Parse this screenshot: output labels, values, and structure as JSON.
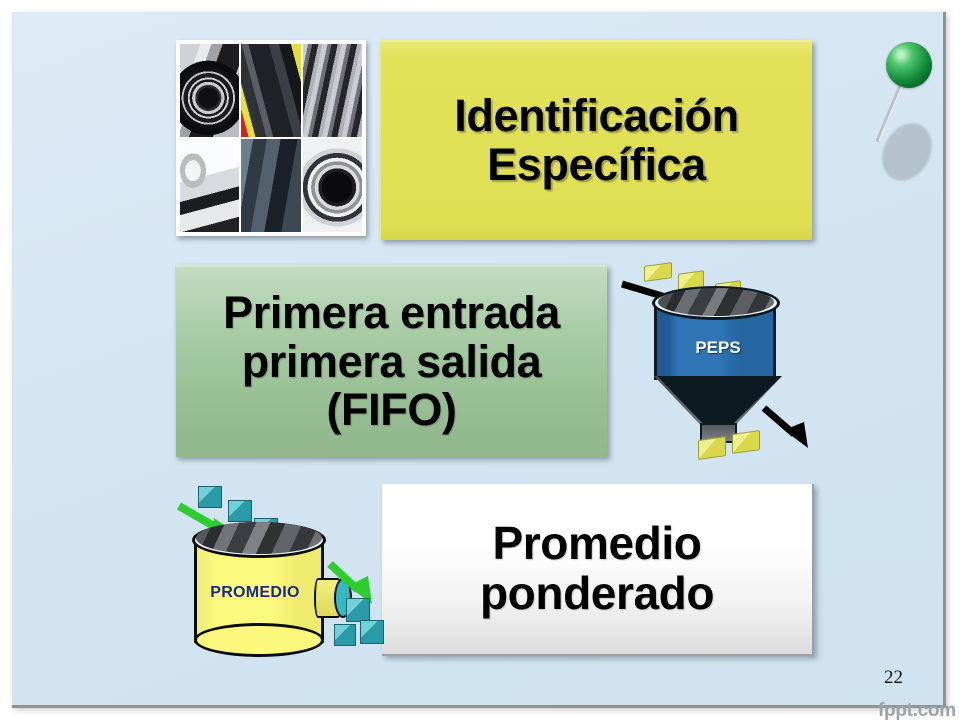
{
  "slide": {
    "background_color": "#d4e6f2",
    "page_number": "22",
    "watermark": "fppt.com"
  },
  "boxes": [
    {
      "id": "identificacion",
      "line1": "Identificación",
      "line2": "Específica",
      "fill_color": "#e2e25a",
      "text_color": "#000000"
    },
    {
      "id": "fifo",
      "line1": "Primera entrada",
      "line2": "primera salida",
      "line3": "(FIFO)",
      "fill_color": "#a9cda6",
      "text_color": "#000000"
    },
    {
      "id": "promedio",
      "line1": "Promedio",
      "line2": "ponderado",
      "fill_color": "#ffffff",
      "text_color": "#000000"
    }
  ],
  "illustrations": {
    "car_collage": {
      "name": "car-parts-photo-collage",
      "cells": [
        "alloy-wheel-photo",
        "car-trunk-photo",
        "engine-bay-photo",
        "car-front-headlight-photo",
        "car-interior-seat-photo",
        "car-speaker-photo"
      ]
    },
    "peps_funnel": {
      "name": "peps-funnel-diagram",
      "label": "PEPS",
      "body_color": "#2f74b4",
      "label_color": "#ffffff",
      "item_color": "#d9d84a",
      "arrow_color": "#000000"
    },
    "promedio_barrel": {
      "name": "promedio-barrel-diagram",
      "label": "PROMEDIO",
      "body_color": "#fbf87d",
      "label_color": "#1a2a8c",
      "item_color": "#2a9aa6",
      "arrow_color": "#2ecc2e"
    },
    "pushpin": {
      "name": "green-pushpin",
      "head_color": "#118a38"
    }
  }
}
